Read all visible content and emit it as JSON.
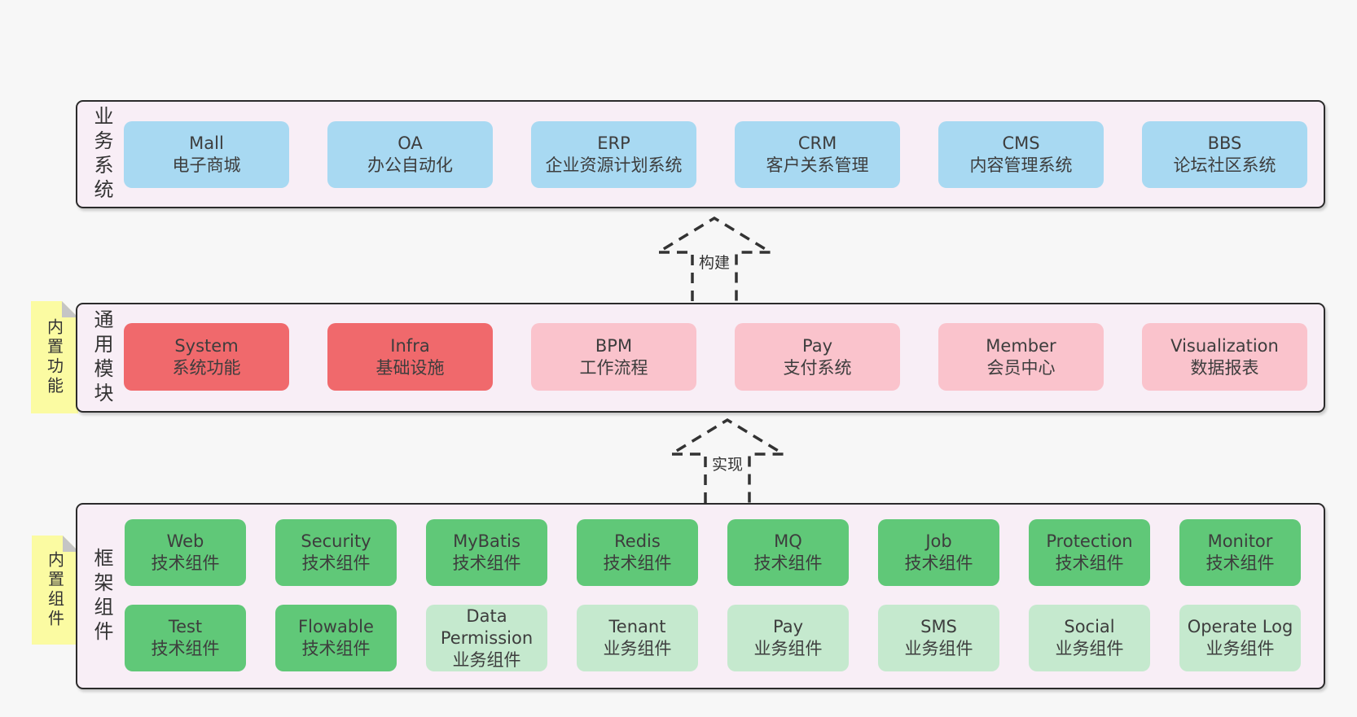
{
  "colors": {
    "page_bg": "#f7f7f7",
    "panel_bg": "#f8eef6",
    "panel_border": "#2b2b2b",
    "blue": "#a8d9f2",
    "red": "#f0696c",
    "pink": "#fac3cc",
    "green_dark": "#60c878",
    "green_light": "#c5e9ce",
    "sticky_yellow": "#fbfba2",
    "fold_gray": "#c5c5c5",
    "text": "#3d3d3d"
  },
  "business": {
    "label": "业务系统",
    "boxes": [
      {
        "name": "Mall",
        "desc": "电子商城"
      },
      {
        "name": "OA",
        "desc": "办公自动化"
      },
      {
        "name": "ERP",
        "desc": "企业资源计划系统"
      },
      {
        "name": "CRM",
        "desc": "客户关系管理"
      },
      {
        "name": "CMS",
        "desc": "内容管理系统"
      },
      {
        "name": "BBS",
        "desc": "论坛社区系统"
      }
    ]
  },
  "arrows": {
    "build": "构建",
    "implement": "实现"
  },
  "modules": {
    "sticky": "内置功能",
    "label": "通用模块",
    "boxes": [
      {
        "name": "System",
        "desc": "系统功能",
        "variant": "red"
      },
      {
        "name": "Infra",
        "desc": "基础设施",
        "variant": "red"
      },
      {
        "name": "BPM",
        "desc": "工作流程",
        "variant": "pink"
      },
      {
        "name": "Pay",
        "desc": "支付系统",
        "variant": "pink"
      },
      {
        "name": "Member",
        "desc": "会员中心",
        "variant": "pink"
      },
      {
        "name": "Visualization",
        "desc": "数据报表",
        "variant": "pink"
      }
    ]
  },
  "components": {
    "sticky": "内置组件",
    "label": "框架组件",
    "row1": [
      {
        "name": "Web",
        "desc": "技术组件",
        "variant": "dark"
      },
      {
        "name": "Security",
        "desc": "技术组件",
        "variant": "dark"
      },
      {
        "name": "MyBatis",
        "desc": "技术组件",
        "variant": "dark"
      },
      {
        "name": "Redis",
        "desc": "技术组件",
        "variant": "dark"
      },
      {
        "name": "MQ",
        "desc": "技术组件",
        "variant": "dark"
      },
      {
        "name": "Job",
        "desc": "技术组件",
        "variant": "dark"
      },
      {
        "name": "Protection",
        "desc": "技术组件",
        "variant": "dark"
      },
      {
        "name": "Monitor",
        "desc": "技术组件",
        "variant": "dark"
      }
    ],
    "row2": [
      {
        "name": "Test",
        "desc": "技术组件",
        "variant": "dark"
      },
      {
        "name": "Flowable",
        "desc": "技术组件",
        "variant": "dark"
      },
      {
        "name": "Data Permission",
        "desc": "业务组件",
        "variant": "light"
      },
      {
        "name": "Tenant",
        "desc": "业务组件",
        "variant": "light"
      },
      {
        "name": "Pay",
        "desc": "业务组件",
        "variant": "light"
      },
      {
        "name": "SMS",
        "desc": "业务组件",
        "variant": "light"
      },
      {
        "name": "Social",
        "desc": "业务组件",
        "variant": "light"
      },
      {
        "name": "Operate Log",
        "desc": "业务组件",
        "variant": "light"
      }
    ]
  }
}
